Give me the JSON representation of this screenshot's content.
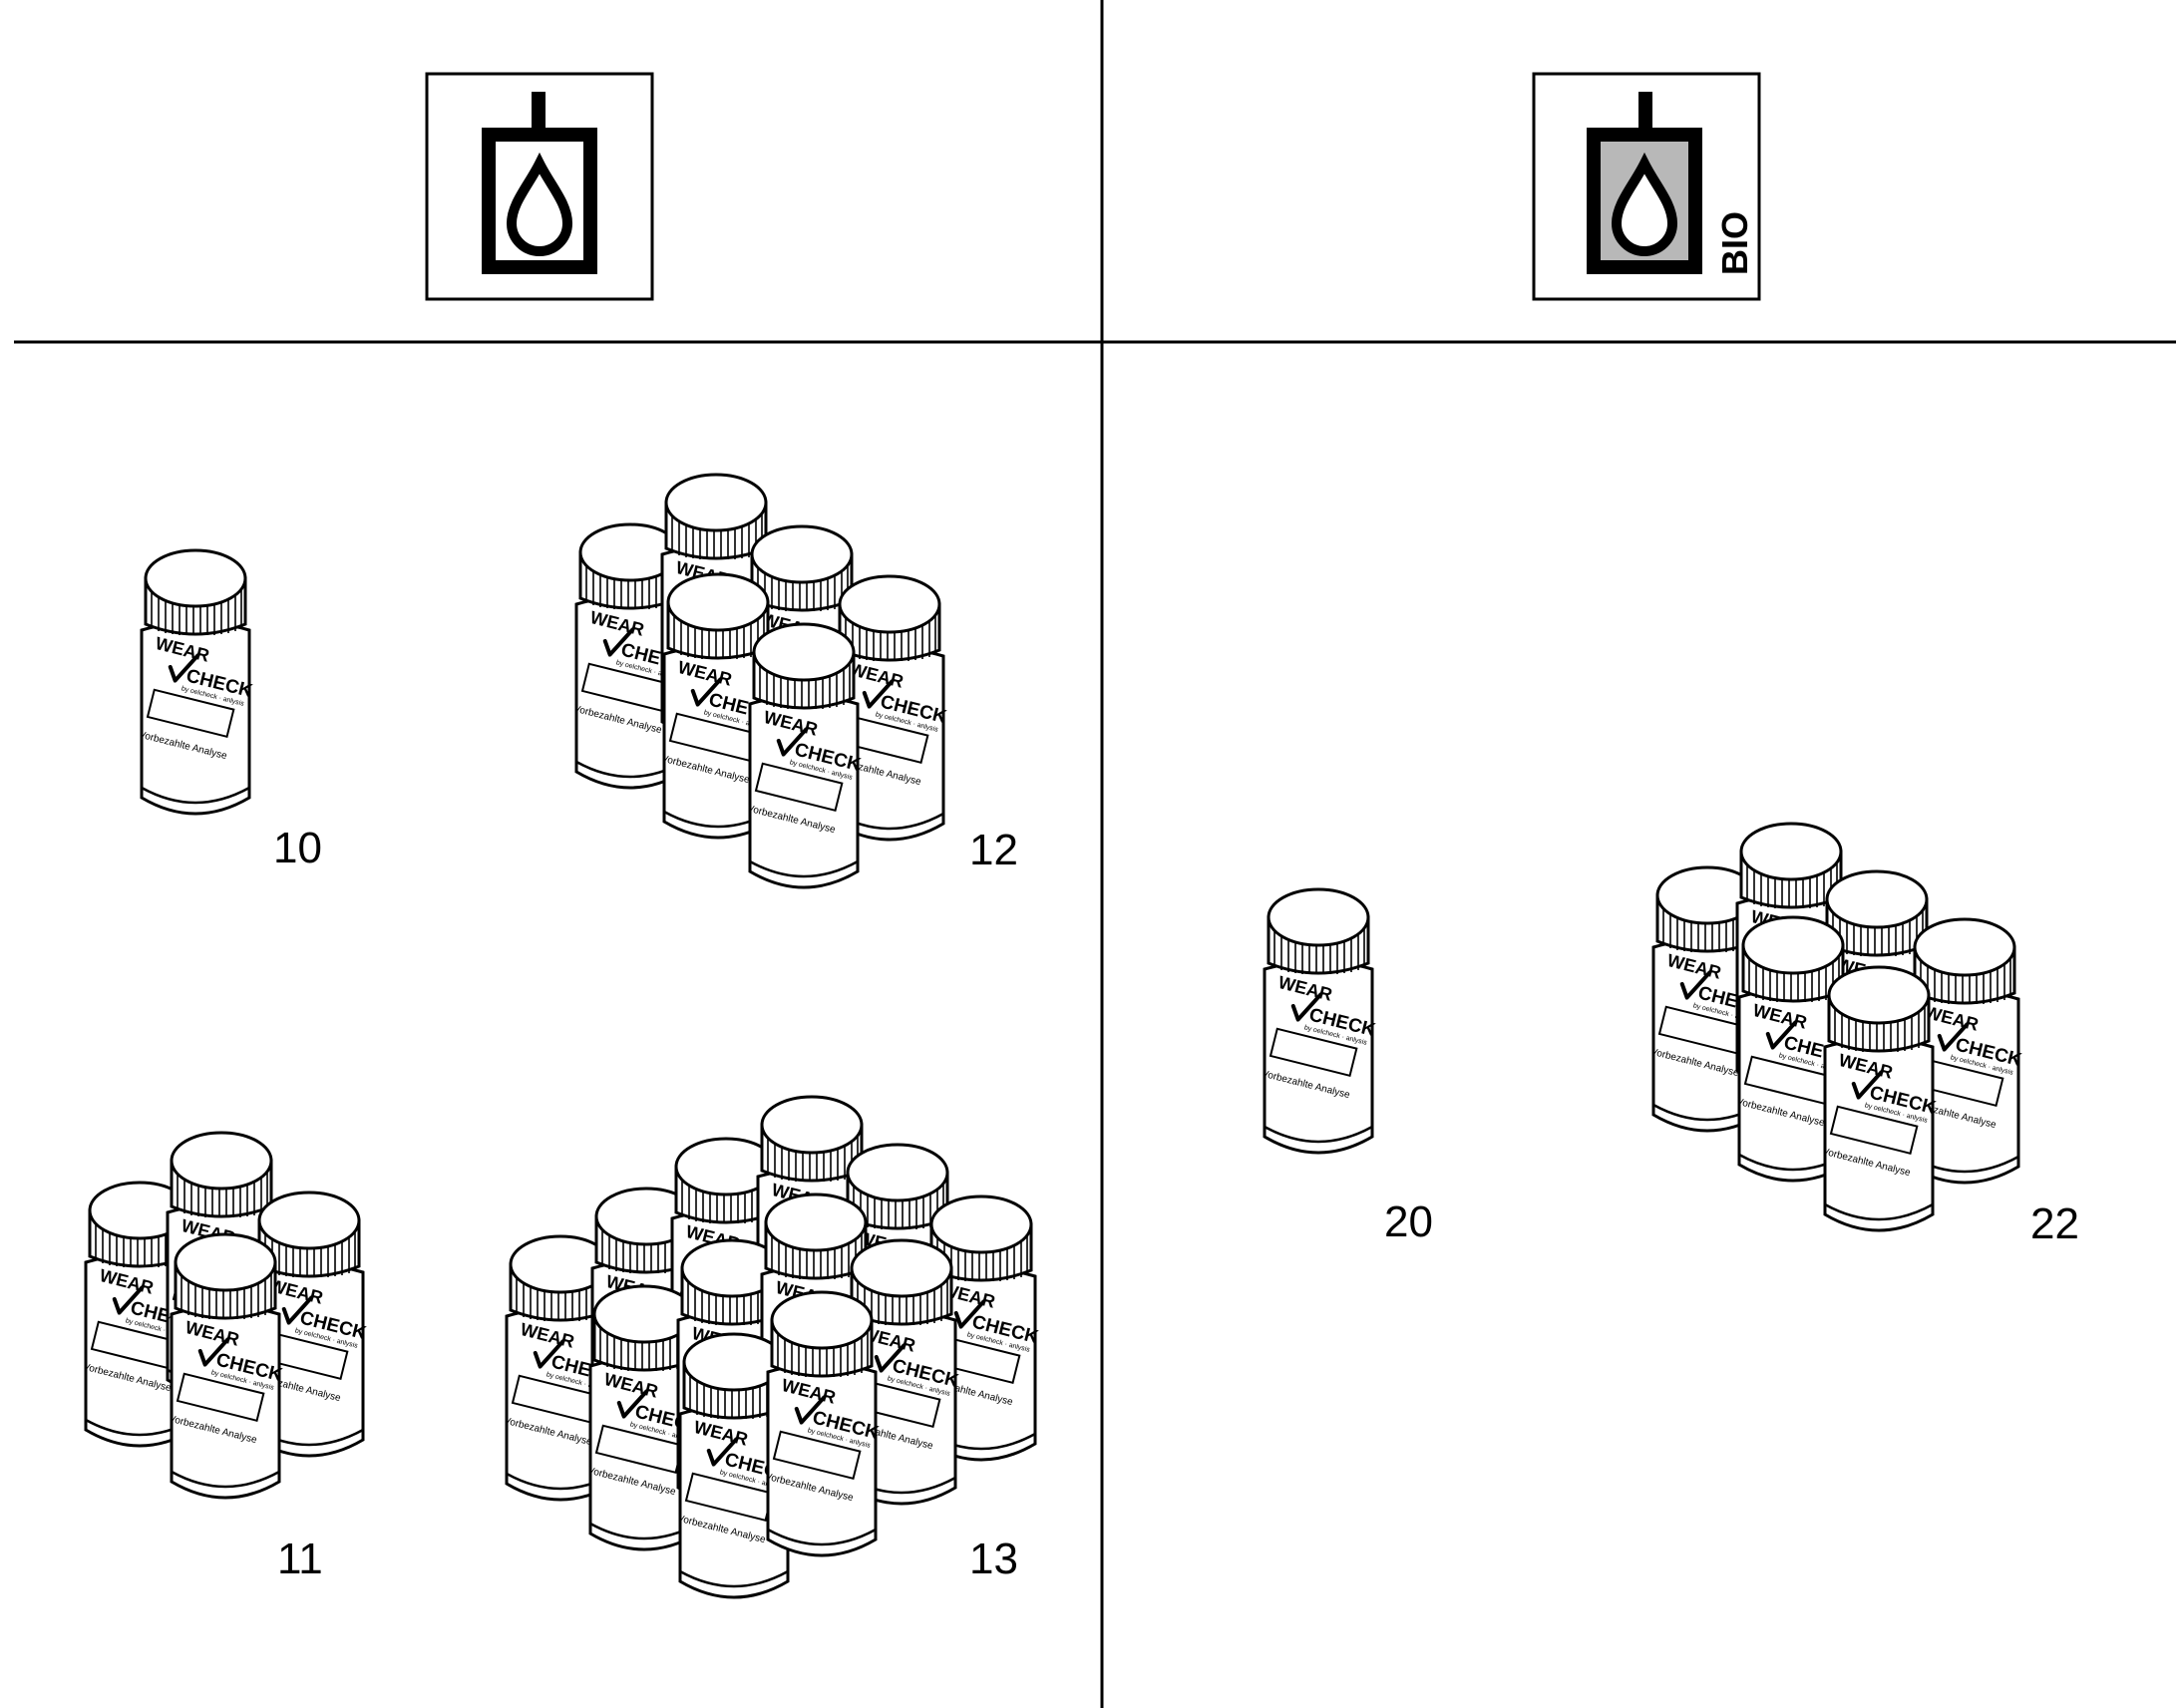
{
  "symbols": {
    "left": {
      "icon": "hydraulic-oil-reservoir-icon"
    },
    "right": {
      "icon": "bio-hydraulic-oil-reservoir-icon",
      "tag": "BIO",
      "fill_color": "#b8b8b8"
    }
  },
  "jar_label": {
    "brand_line1": "WEAR",
    "brand_line2": "CHECK",
    "brand_subline": "by oelcheck · anlysis",
    "footer": "Vorbezahlte Analyse"
  },
  "groups": [
    {
      "id": "g10",
      "label": "10",
      "count": 1
    },
    {
      "id": "g12",
      "label": "12",
      "count": 6
    },
    {
      "id": "g11",
      "label": "11",
      "count": 4
    },
    {
      "id": "g13",
      "label": "13",
      "count": 12
    },
    {
      "id": "g20",
      "label": "20",
      "count": 1
    },
    {
      "id": "g22",
      "label": "22",
      "count": 6
    }
  ]
}
